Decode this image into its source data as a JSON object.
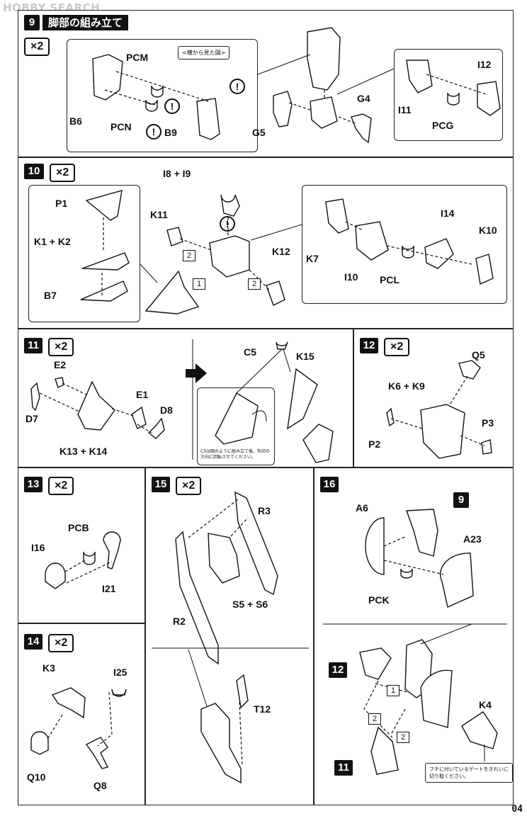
{
  "watermark": "HOBBY SEARCH",
  "page_number": "04",
  "steps": {
    "s9": {
      "number": "9",
      "title": "脚部の組み立て",
      "multiplier": "×2",
      "note": "<横から見た図>",
      "labels": {
        "b6": "B6",
        "pcm": "PCM",
        "pcn": "PCN",
        "b9": "B9",
        "g5": "G5",
        "g4": "G4",
        "i11": "I11",
        "pcg": "PCG",
        "i12": "I12"
      }
    },
    "s10": {
      "number": "10",
      "multiplier": "×2",
      "labels": {
        "p1": "P1",
        "k1k2": "K1 + K2",
        "b7": "B7",
        "i8i9": "I8 + I9",
        "k11": "K11",
        "k12": "K12",
        "k7": "K7",
        "i10": "I10",
        "pcl": "PCL",
        "i14": "I14",
        "k10": "K10"
      }
    },
    "s11": {
      "number": "11",
      "multiplier": "×2",
      "note": "C5は図のように組み立て後、矢印の方向に回転させてください。",
      "labels": {
        "e2": "E2",
        "d7": "D7",
        "e1": "E1",
        "d8": "D8",
        "k13k14": "K13 + K14",
        "c5": "C5",
        "k15": "K15"
      }
    },
    "s12": {
      "number": "12",
      "multiplier": "×2",
      "labels": {
        "q5": "Q5",
        "k6k9": "K6 + K9",
        "p2": "P2",
        "p3": "P3"
      }
    },
    "s13": {
      "number": "13",
      "multiplier": "×2",
      "labels": {
        "pcb": "PCB",
        "i16": "I16",
        "i21": "I21"
      }
    },
    "s14": {
      "number": "14",
      "multiplier": "×2",
      "labels": {
        "k3": "K3",
        "i25": "I25",
        "q10": "Q10",
        "q8": "Q8"
      }
    },
    "s15": {
      "number": "15",
      "multiplier": "×2",
      "labels": {
        "r3": "R3",
        "s5s6": "S5 + S6",
        "r2": "R2",
        "t12": "T12"
      }
    },
    "s16": {
      "number": "16",
      "ref9": "9",
      "ref12": "12",
      "ref11": "11",
      "note": "フチに付いているゲートをきれいに切り取ください。",
      "labels": {
        "a6": "A6",
        "a23": "A23",
        "pck": "PCK",
        "k4": "K4"
      }
    }
  },
  "order_marks": [
    "1",
    "2",
    "2",
    "1",
    "2",
    "2"
  ]
}
